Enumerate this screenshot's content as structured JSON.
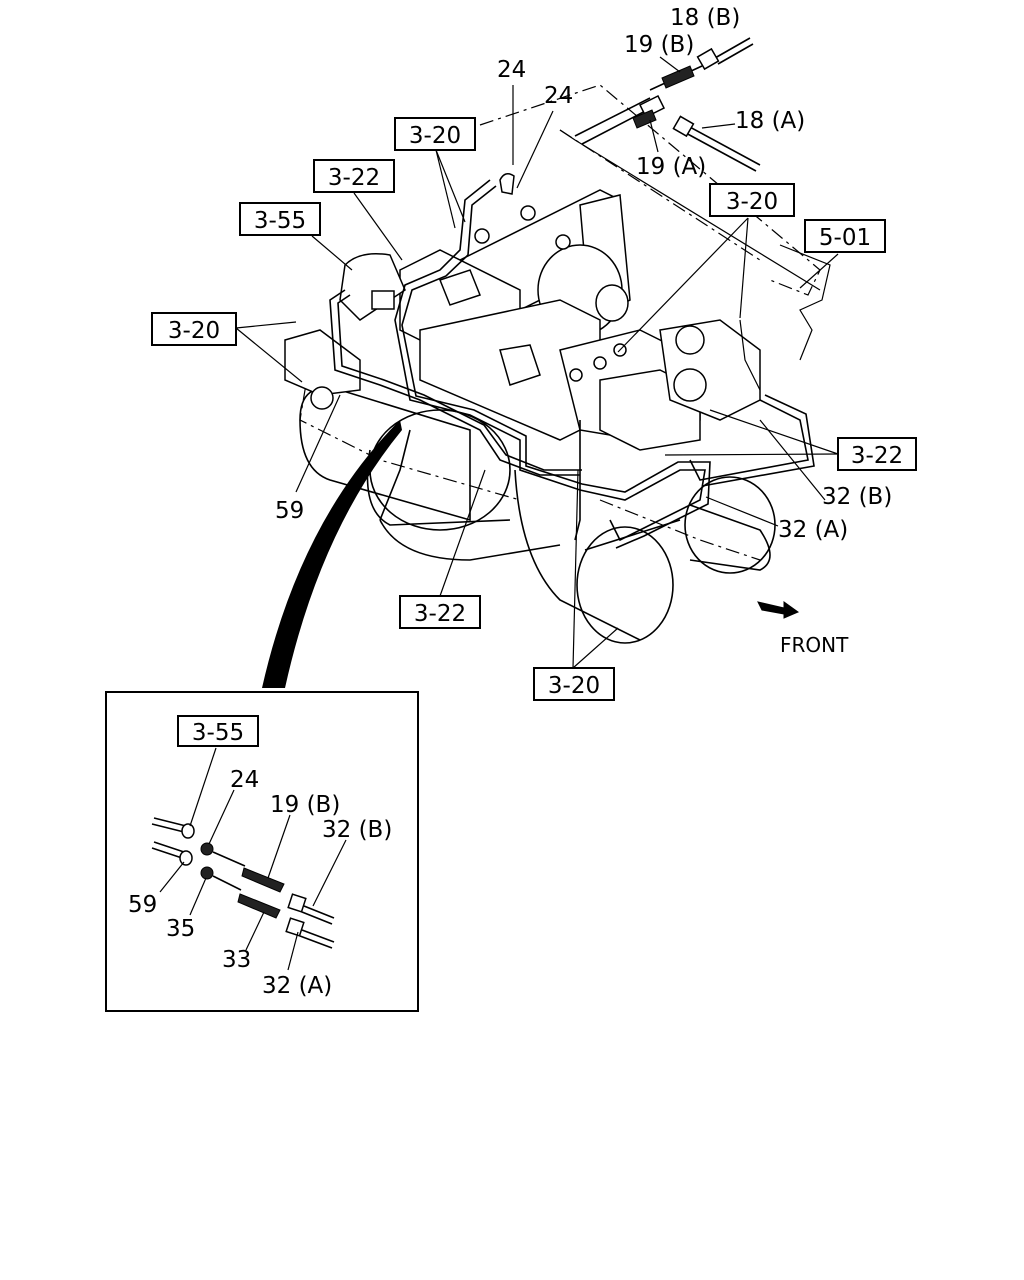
{
  "refs": {
    "r320_top": "3-20",
    "r322_top": "3-22",
    "r355_top": "3-55",
    "r320_left": "3-20",
    "r320_right": "3-20",
    "r501": "5-01",
    "r322_right": "3-22",
    "r322_bottom": "3-22",
    "r320_bottom": "3-20",
    "r355_inset": "3-55"
  },
  "parts": {
    "p18b": "18 (B)",
    "p19b": "19 (B)",
    "p24a": "24",
    "p24b": "24",
    "p18a": "18 (A)",
    "p19a": "19 (A)",
    "p32b": "32 (B)",
    "p32a": "32 (A)",
    "p59": "59",
    "front": "FRONT"
  },
  "inset": {
    "p24": "24",
    "p19b": "19 (B)",
    "p32b": "32 (B)",
    "p59": "59",
    "p35": "35",
    "p33": "33",
    "p32a": "32 (A)"
  }
}
